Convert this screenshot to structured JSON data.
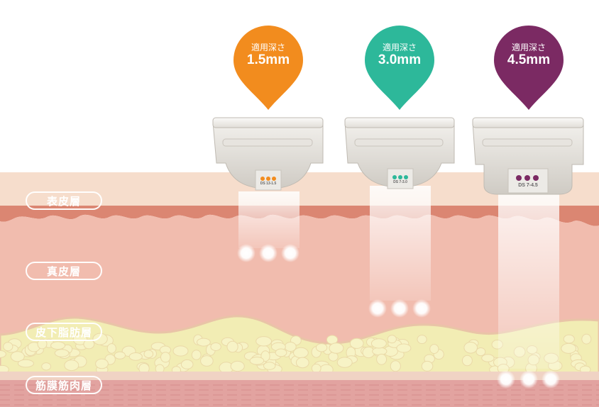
{
  "layers": [
    {
      "label": "表皮層"
    },
    {
      "label": "真皮層"
    },
    {
      "label": "皮下脂肪層"
    },
    {
      "label": "筋膜筋肉層"
    }
  ],
  "cartridges": [
    {
      "title": "適用深さ",
      "depth": "1.5mm",
      "model": "DS 13-1.5",
      "color": "#F28C1E"
    },
    {
      "title": "適用深さ",
      "depth": "3.0mm",
      "model": "DS 7-3.0",
      "color": "#2DB89A"
    },
    {
      "title": "適用深さ",
      "depth": "4.5mm",
      "model": "DS 7-4.5",
      "color": "#7B2A63"
    }
  ],
  "colors": {
    "epidermis": "#F6DDCC",
    "dermis_band": "#DB8672",
    "dermis": "#F1BCAE",
    "fat": "#F2EDB4",
    "fat_outline": "#E9C4A7",
    "muscle": "#E2A3A0"
  }
}
